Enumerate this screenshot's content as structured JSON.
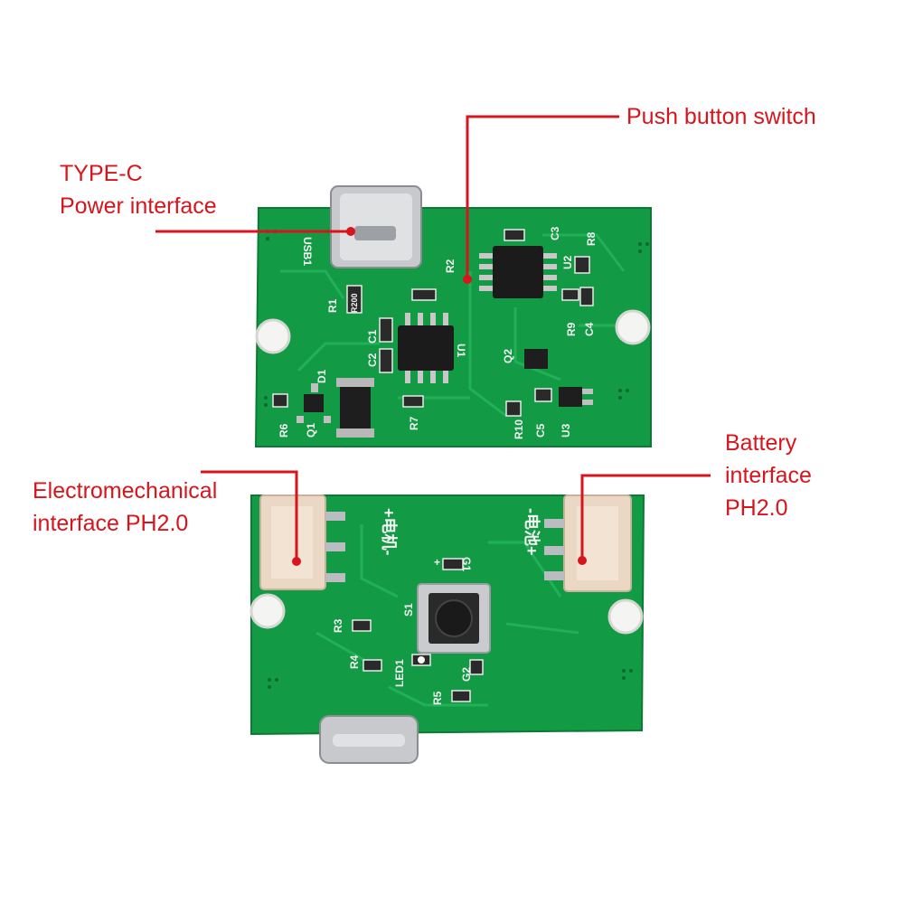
{
  "callouts": {
    "type_c_line1": "TYPE-C",
    "type_c_line2": "Power interface",
    "push_button": "Push button switch",
    "electro_line1": "Electromechanical",
    "electro_line2": "interface PH2.0",
    "battery_line1": "Battery",
    "battery_line2": "interface",
    "battery_line3": "PH2.0"
  },
  "board_top_labels": {
    "usb": "USB1",
    "r1": "R1",
    "r200": "R200",
    "r2": "R2",
    "c1": "C1",
    "c2": "C2",
    "u1": "U1",
    "d1": "D1",
    "q1": "Q1",
    "r6": "R6",
    "r7": "R7",
    "c3": "C3",
    "r8": "R8",
    "u2": "U2",
    "r9": "R9",
    "c4": "C4",
    "q2": "Q2",
    "r10": "R10",
    "c5": "C5",
    "u3": "U3"
  },
  "board_bottom_labels": {
    "motor": "+电机-",
    "battery": "-电池+",
    "g1": "G1",
    "s1": "S1",
    "r3": "R3",
    "r4": "R4",
    "led1": "LED1",
    "g2": "G2",
    "r5": "R5",
    "plus": "+"
  },
  "colors": {
    "accent": "#d8141c",
    "pcb": "#139a45",
    "pcb_trace": "#1fb055",
    "connector": "#ead7c4",
    "metal": "#b9bcc0",
    "chip": "#1b1b1b"
  }
}
